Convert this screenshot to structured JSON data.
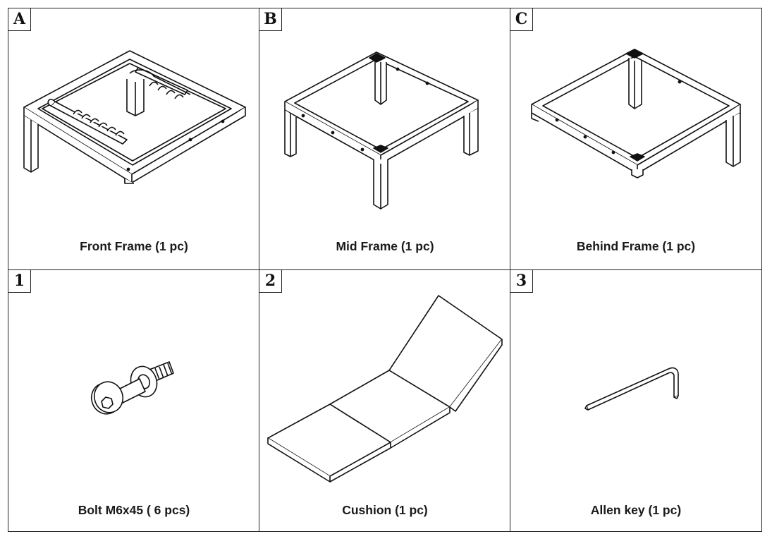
{
  "parts": [
    {
      "tag": "A",
      "label": "Front Frame (1 pc)"
    },
    {
      "tag": "B",
      "label": "Mid Frame (1 pc)"
    },
    {
      "tag": "C",
      "label": "Behind Frame (1 pc)"
    },
    {
      "tag": "1",
      "label": "Bolt M6x45 ( 6 pcs)"
    },
    {
      "tag": "2",
      "label": "Cushion (1 pc)"
    },
    {
      "tag": "3",
      "label": "Allen key (1 pc)"
    }
  ]
}
